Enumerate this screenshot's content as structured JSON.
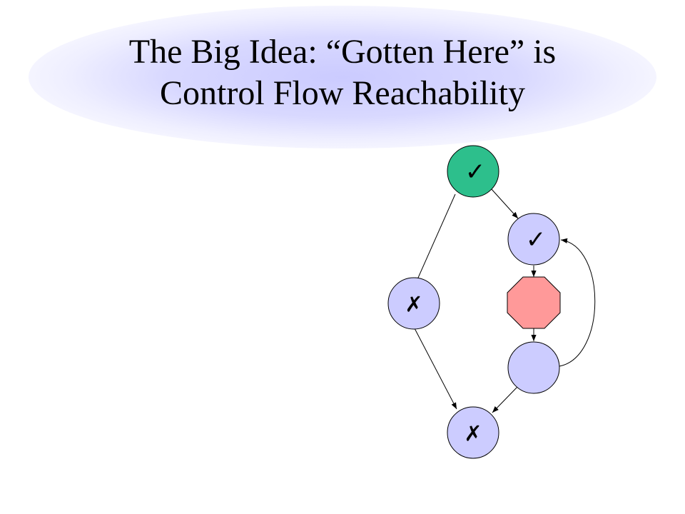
{
  "slide": {
    "title_line1": "The Big Idea: “Gotten Here” is",
    "title_line2": "Control Flow Reachability"
  },
  "colors": {
    "title_glow": "#c8c8ff",
    "entry_node": "#2dbf8c",
    "plain_node": "#ccccff",
    "stop_node": "#ff9999",
    "edge": "#000000"
  },
  "diagram": {
    "nodes": [
      {
        "id": "entry",
        "shape": "circle",
        "mark": "✓",
        "icon": "check-icon"
      },
      {
        "id": "loop-head",
        "shape": "circle",
        "mark": "✓",
        "icon": "check-icon"
      },
      {
        "id": "left-branch",
        "shape": "circle",
        "mark": "✗",
        "icon": "cross-icon"
      },
      {
        "id": "stop",
        "shape": "octagon",
        "mark": ""
      },
      {
        "id": "loop-tail",
        "shape": "circle",
        "mark": ""
      },
      {
        "id": "exit",
        "shape": "circle",
        "mark": "✗",
        "icon": "cross-icon"
      }
    ],
    "edges": [
      {
        "from": "entry",
        "to": "left-branch"
      },
      {
        "from": "entry",
        "to": "loop-head"
      },
      {
        "from": "loop-head",
        "to": "stop"
      },
      {
        "from": "stop",
        "to": "loop-tail"
      },
      {
        "from": "loop-tail",
        "to": "loop-head",
        "kind": "back-edge"
      },
      {
        "from": "left-branch",
        "to": "exit"
      },
      {
        "from": "loop-tail",
        "to": "exit"
      }
    ]
  }
}
